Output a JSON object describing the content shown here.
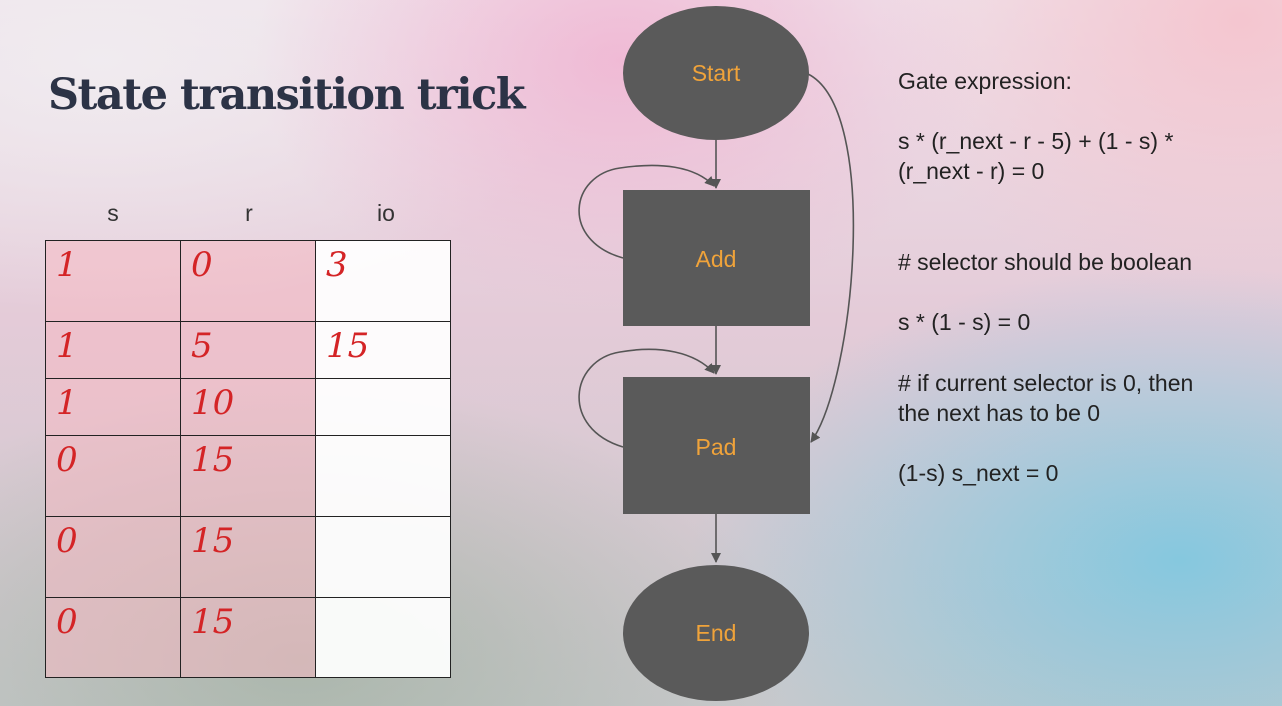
{
  "slide": {
    "title": "State transition trick"
  },
  "table": {
    "columns": [
      "s",
      "r",
      "io"
    ],
    "rows": [
      {
        "s": "1",
        "r": "0",
        "io": "3"
      },
      {
        "s": "1",
        "r": "5",
        "io": "15"
      },
      {
        "s": "1",
        "r": "10",
        "io": ""
      },
      {
        "s": "0",
        "r": "15",
        "io": ""
      },
      {
        "s": "0",
        "r": "15",
        "io": ""
      },
      {
        "s": "0",
        "r": "15",
        "io": ""
      }
    ],
    "handwriting_color": "#d42426",
    "highlight_color": "#f6b9c3"
  },
  "flowchart": {
    "nodes": [
      {
        "id": "start",
        "label": "Start",
        "shape": "ellipse"
      },
      {
        "id": "add",
        "label": "Add",
        "shape": "rect"
      },
      {
        "id": "pad",
        "label": "Pad",
        "shape": "rect"
      },
      {
        "id": "end",
        "label": "End",
        "shape": "ellipse"
      }
    ],
    "edges": [
      {
        "from": "start",
        "to": "add"
      },
      {
        "from": "add",
        "to": "add"
      },
      {
        "from": "add",
        "to": "pad"
      },
      {
        "from": "pad",
        "to": "pad"
      },
      {
        "from": "start",
        "to": "pad"
      },
      {
        "from": "pad",
        "to": "end"
      }
    ],
    "node_fill": "#5a5a5a",
    "label_color": "#f0a33a"
  },
  "notes": {
    "heading": "Gate expression:",
    "gate_line1": "s * (r_next - r - 5) + (1 - s) *",
    "gate_line2": "(r_next - r) = 0",
    "comment1": "# selector should be boolean",
    "bool_expr": "s * (1 - s) = 0",
    "comment2_line1": "# if current selector is 0, then",
    "comment2_line2": "the next has to be 0",
    "next_expr": "(1-s) s_next = 0"
  }
}
